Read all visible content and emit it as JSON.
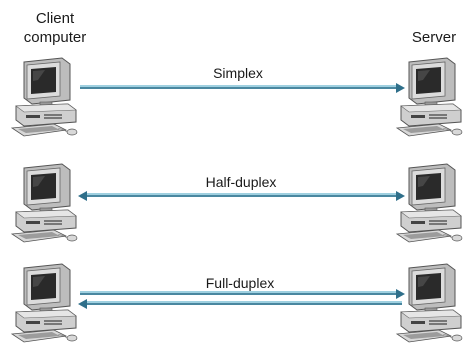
{
  "headers": {
    "client": [
      "Client",
      "computer"
    ],
    "server": "Server"
  },
  "rows": [
    {
      "label": "Simplex",
      "direction": "client-to-server"
    },
    {
      "label": "Half-duplex",
      "direction": "bidirectional-single-line"
    },
    {
      "label": "Full-duplex",
      "direction": "bidirectional-two-lines"
    }
  ],
  "colors": {
    "line": "#2f6f8a",
    "line_highlight": "#9fd0e0",
    "computer_body": "#c8c8c8",
    "computer_shadow": "#7a7a7a",
    "screen": "#2a2a2a"
  },
  "icons": {
    "client": "desktop-computer-icon",
    "server": "desktop-computer-icon"
  }
}
